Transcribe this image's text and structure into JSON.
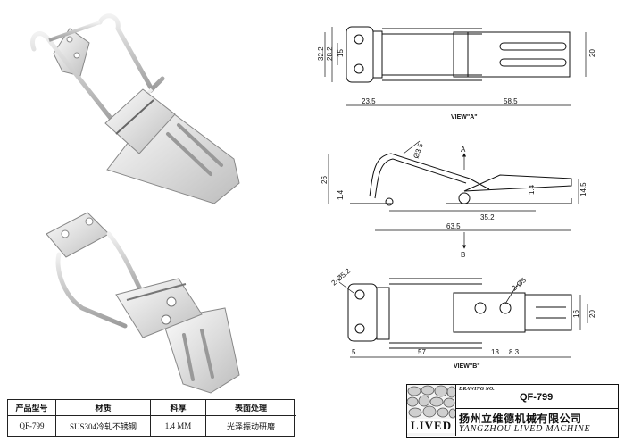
{
  "views": {
    "view_a": {
      "label": "VIEW\"A\"",
      "dims": [
        "32.2",
        "28.2",
        "15",
        "20",
        "23.5",
        "58.5"
      ]
    },
    "side": {
      "dims": [
        "Ø3.5",
        "26",
        "1.4",
        "1.4",
        "14.5",
        "35.2",
        "63.5"
      ],
      "arrow_a": "A",
      "arrow_b": "B"
    },
    "view_b": {
      "label": "VIEW\"B\"",
      "dims": [
        "2-Ø5.2",
        "2-Ø5",
        "16",
        "20",
        "5",
        "57",
        "13",
        "8.3"
      ]
    }
  },
  "spec_table": {
    "headers": [
      "产品型号",
      "材质",
      "料厚",
      "表面处理"
    ],
    "values": [
      "QF-799",
      "SUS304冷轧不锈钢",
      "1.4 MM",
      "光泽振动研磨"
    ]
  },
  "title_block": {
    "logo": "LIVED",
    "drawing_label": "DRAWING NO.",
    "drawing_no": "QF-799",
    "company_cn": "扬州立维德机械有限公司",
    "company_en": "YANGZHOU LIVED MACHINE"
  }
}
